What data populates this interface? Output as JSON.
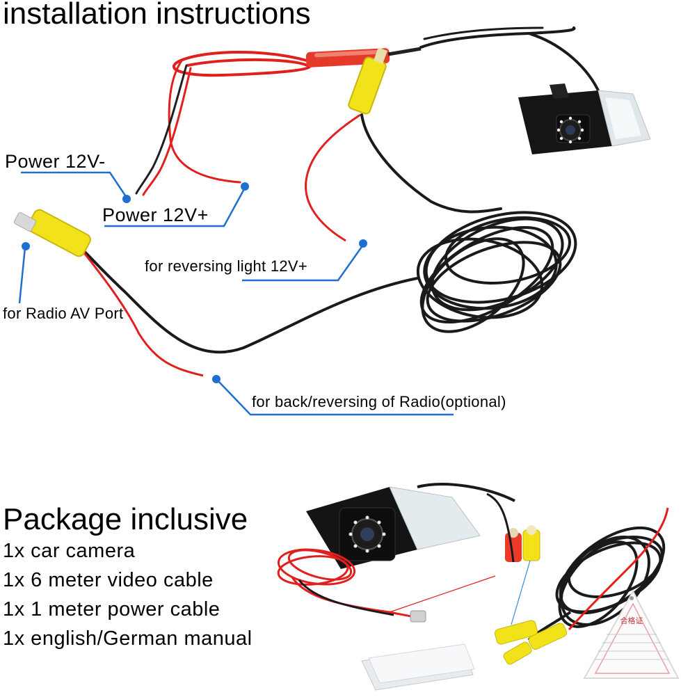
{
  "diagram": {
    "title": "installation instructions",
    "labels": {
      "power_minus": "Power 12V-",
      "power_plus": "Power 12V+",
      "reversing_light": "for reversing light 12V+",
      "radio_av": "for Radio AV Port",
      "back_reversing": "for back/reversing of Radio(optional)"
    },
    "colors": {
      "red_wire": "#e0201c",
      "black_wire": "#1a1a1a",
      "yellow_connector": "#f2e21a",
      "callout_blue": "#1e6fd0"
    }
  },
  "package": {
    "title": "Package inclusive",
    "items": [
      "1x car camera",
      "1x 6 meter video cable",
      "1x 1 meter power cable",
      "1x english/German manual"
    ],
    "stamp_text": "合格证"
  }
}
